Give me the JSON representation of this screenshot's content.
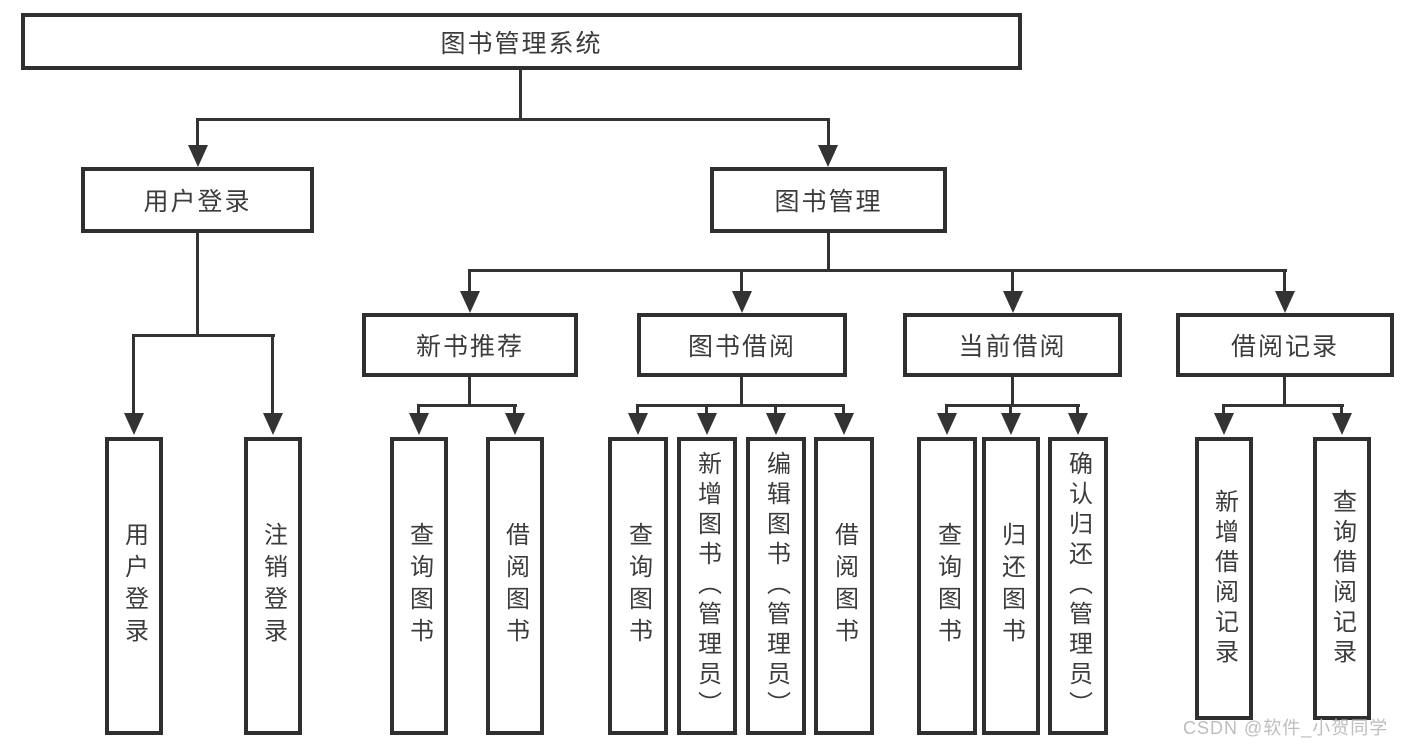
{
  "diagram": {
    "root": {
      "label": "图书管理系统"
    },
    "branches": [
      {
        "label": "用户登录",
        "children": [
          {
            "label": "用户登录"
          },
          {
            "label": "注销登录"
          }
        ]
      },
      {
        "label": "图书管理",
        "children": [
          {
            "label": "新书推荐",
            "children": [
              {
                "label": "查询图书"
              },
              {
                "label": "借阅图书"
              }
            ]
          },
          {
            "label": "图书借阅",
            "children": [
              {
                "label": "查询图书"
              },
              {
                "label": "新增图书（管理员）"
              },
              {
                "label": "编辑图书（管理员）"
              },
              {
                "label": "借阅图书"
              }
            ]
          },
          {
            "label": "当前借阅",
            "children": [
              {
                "label": "查询图书"
              },
              {
                "label": "归还图书"
              },
              {
                "label": "确认归还（管理员）"
              }
            ]
          },
          {
            "label": "借阅记录",
            "children": [
              {
                "label": "新增借阅记录"
              },
              {
                "label": "查询借阅记录"
              }
            ]
          }
        ]
      }
    ]
  },
  "watermark": {
    "text": "CSDN @软件_小贺同学"
  },
  "colors": {
    "line": "#333333",
    "box_border": "#2f2f2f",
    "text": "#3c3c3c",
    "watermark": "#bdbdbd",
    "background": "#ffffff"
  }
}
